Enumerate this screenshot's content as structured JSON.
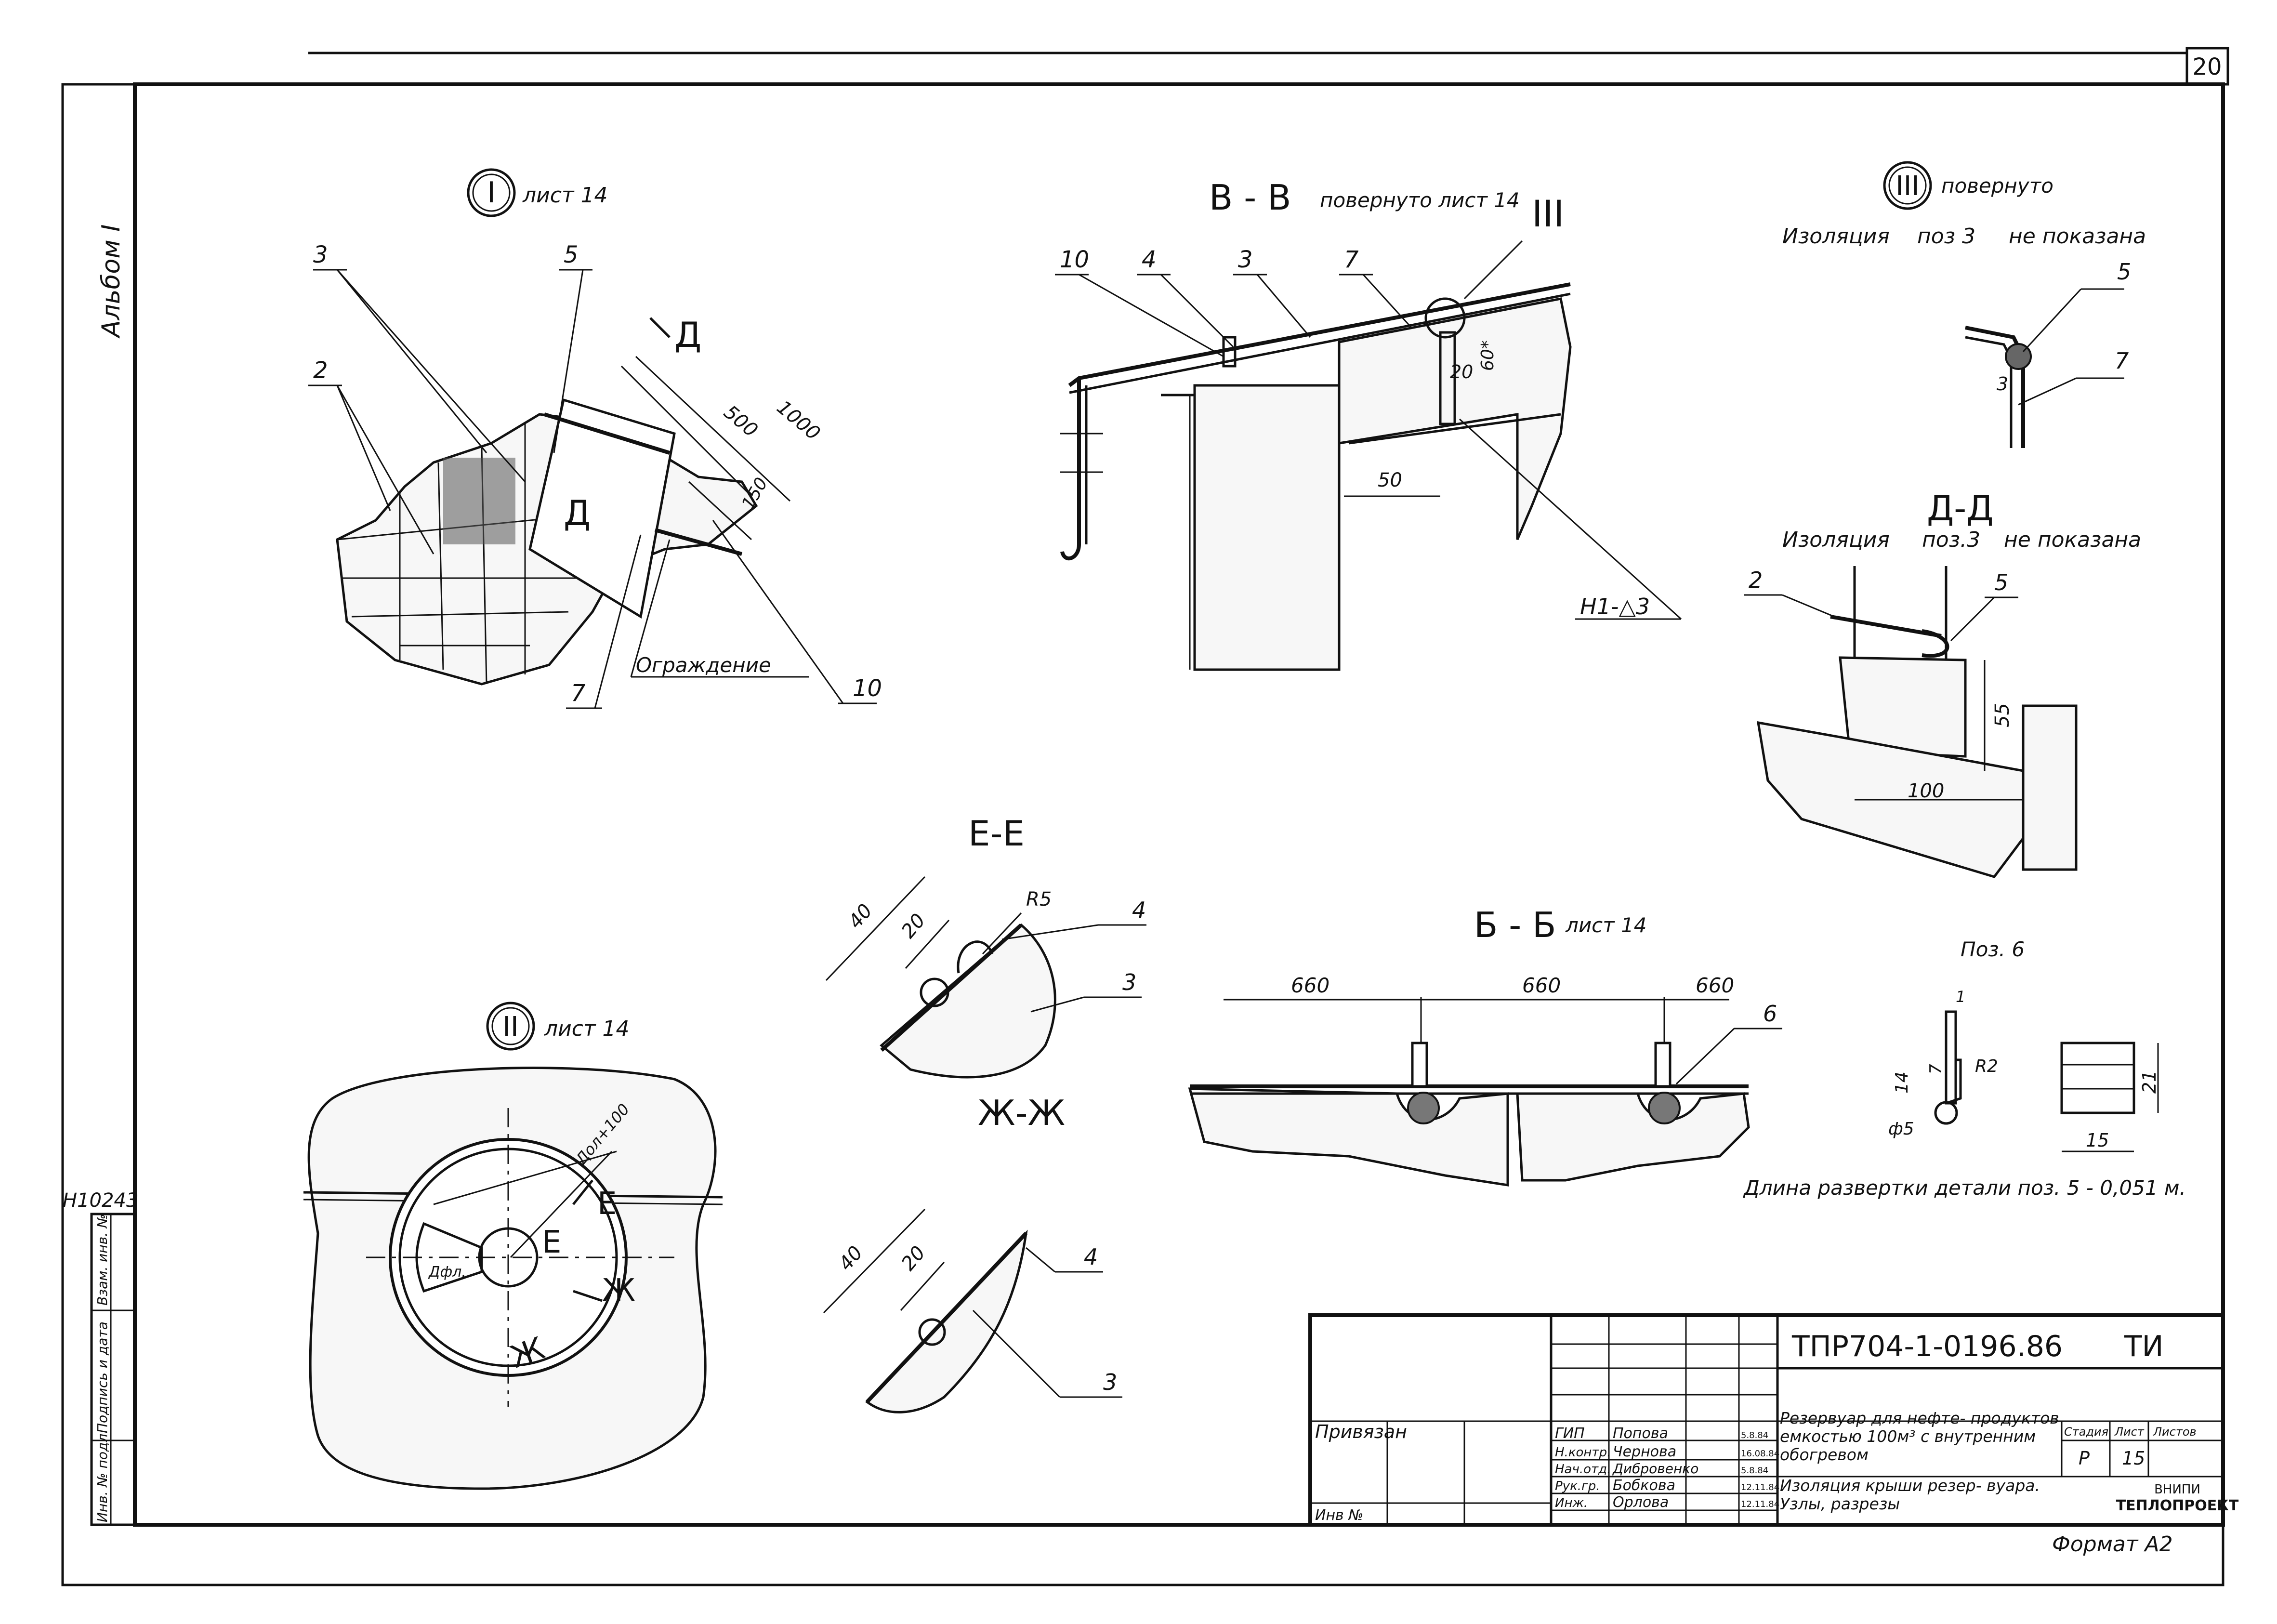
{
  "sheet": {
    "number": "20",
    "album": "Альбом I",
    "inv_number": "Н10243",
    "side_labels": [
      "Инв. № подл.",
      "Подпись и дата",
      "Взам. инв. №"
    ],
    "format": "Формат А2"
  },
  "views": {
    "v1": {
      "mark": "I",
      "ref": "лист 14",
      "cut_label": "Д",
      "callouts": [
        "3",
        "5",
        "2",
        "7",
        "10"
      ],
      "dims": [
        "500",
        "1000",
        "150"
      ],
      "note": "Ограждение"
    },
    "vbb": {
      "title": "В - В",
      "subtitle": "повернуто лист 14",
      "mark": "III",
      "callouts": [
        "10",
        "4",
        "3",
        "7"
      ],
      "dims": [
        "20",
        "60*",
        "50"
      ],
      "weld": "Н1-△3"
    },
    "v3": {
      "mark": "III",
      "subtitle": "повернуто",
      "note_label": "Изоляция",
      "note_pos": "поз 3",
      "note_text": "не показана",
      "callouts": [
        "5",
        "7"
      ],
      "dims": [
        "3"
      ]
    },
    "vdd": {
      "title": "Д-Д",
      "note_label": "Изоляция",
      "note_pos": "поз.3",
      "note_text": "не показана",
      "callouts": [
        "2",
        "5"
      ],
      "dims": [
        "55",
        "100"
      ]
    },
    "vee": {
      "title": "Е-Е",
      "dims": [
        "40",
        "20",
        "R5"
      ],
      "callouts": [
        "4",
        "3"
      ]
    },
    "vzz": {
      "title": "Ж-Ж",
      "dims": [
        "40",
        "20"
      ],
      "callouts": [
        "4",
        "3"
      ]
    },
    "v2": {
      "mark": "II",
      "ref": "лист 14",
      "labels": [
        "Е",
        "Е",
        "Ж",
        "Ж",
        "Дол+100",
        "Дфл."
      ]
    },
    "vbb2": {
      "title": "Б - Б",
      "ref": "лист 14",
      "dims": [
        "660",
        "660",
        "660"
      ],
      "callouts": [
        "6"
      ]
    },
    "pos6": {
      "title": "Поз. 6",
      "dims": [
        "1",
        "14",
        "7",
        "R2",
        "ф5",
        "21",
        "15"
      ]
    },
    "length_note": "Длина развертки детали поз. 5 - 0,051 м."
  },
  "title_block": {
    "code": "ТПР704-1-0196.86",
    "code_suffix": "ТИ",
    "privyazan": "Привязан",
    "inv_label": "Инв №",
    "roles": [
      "ГИП",
      "Н.контр.",
      "Нач.отд.",
      "Рук.гр.",
      "Инж."
    ],
    "names": [
      "Попова",
      "Чернова",
      "Дибровенко",
      "Бобкова",
      "Орлова"
    ],
    "dates": [
      "5.8.84",
      "16.08.84",
      "5.8.84",
      "12.11.84",
      "12.11.84"
    ],
    "description1": "Резервуар для нефте- продуктов емкостью 100м³ с внутренним обогревом",
    "description2": "Изоляция крыши резер- вуара. Узлы, разрезы",
    "stage_header": "Стадия",
    "sheet_header": "Лист",
    "sheets_header": "Листов",
    "stage": "Р",
    "sheet_no": "15",
    "org1": "ВНИПИ",
    "org2": "ТЕПЛОПРОЕКТ"
  }
}
